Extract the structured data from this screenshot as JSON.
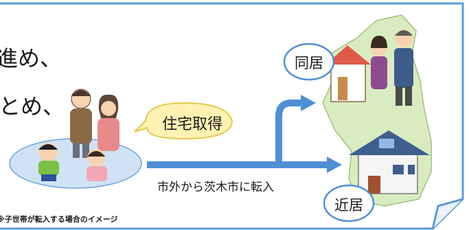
{
  "caption": {
    "line1_fragment": "進め、",
    "line2_fragment": "とめ、"
  },
  "bubble": {
    "label": "住宅取得"
  },
  "arrow": {
    "label": "市外から茨木市に転入"
  },
  "tags": {
    "dokyo": "同居",
    "kinkyo": "近居"
  },
  "note": "※子世帯が転入する場合のイメージ",
  "icons": [
    "family-illustration",
    "elderly-couple-illustration",
    "house-illustration",
    "city-map-shape",
    "arrow-icon"
  ],
  "colors": {
    "frame": "#5b9bd5",
    "arrow": "#4f8fd6",
    "bubble_fill": "#fff2b3",
    "bubble_stroke": "#e6c84a",
    "tag_fill": "#ffffff",
    "tag_stroke": "#4f8fd6",
    "map_fill": "#d9ecc0",
    "ellipse_fill": "#cfe3f5"
  }
}
